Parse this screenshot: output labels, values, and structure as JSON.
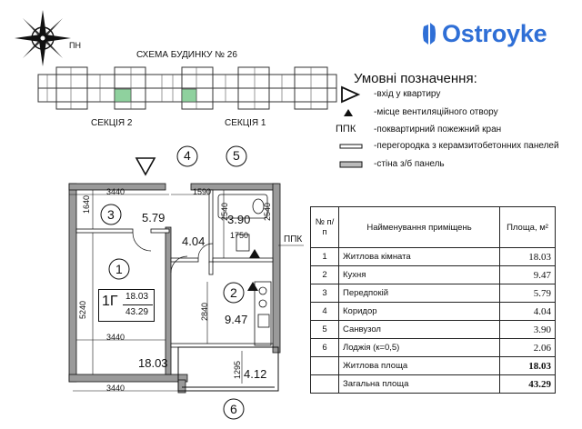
{
  "brand": {
    "name": "Ostroyke",
    "color": "#2f6fd6"
  },
  "compass": {
    "label": "ПН"
  },
  "scheme": {
    "title": "СХЕМА БУДИНКУ № 26",
    "section_2": "СЕКЦІЯ 2",
    "section_1": "СЕКЦІЯ 1"
  },
  "legend": {
    "title": "Умовні позначення:",
    "items": [
      {
        "icon": "entrance-triangle-icon",
        "text": "-вхід у квартиру"
      },
      {
        "icon": "vent-triangle-icon",
        "text": "-місце вентиляційного отвору"
      },
      {
        "icon": "ppk-label",
        "symbol": "ППК",
        "text": "-поквартирний пожежний кран"
      },
      {
        "icon": "partition-icon",
        "text": "-перегородка з керамзитобетонних панелей"
      },
      {
        "icon": "rc-panel-icon",
        "text": "-стіна з/б панель"
      }
    ]
  },
  "plan": {
    "apartment_type": "1Г",
    "living_area": "18.03",
    "total_area": "43.29",
    "axis_labels": [
      "3",
      "4",
      "5",
      "1",
      "2",
      "6"
    ],
    "ppk_label": "ППК",
    "room_areas": {
      "r3": "5.79",
      "r4": "4.04",
      "r5": "3.90",
      "r2": "9.47",
      "r1": "18.03",
      "r6": "4.12"
    },
    "dimensions": {
      "d1": "3440",
      "d2": "1590",
      "d3": "3440",
      "d4": "3440",
      "d5": "1640",
      "d6": "5240",
      "d7": "2540",
      "d8": "2540",
      "d9": "1750",
      "d10": "2840",
      "d11": "1295"
    }
  },
  "table": {
    "headers": {
      "num": "№ п/п",
      "name": "Найменування приміщень",
      "area": "Площа, м²"
    },
    "rows": [
      {
        "num": "1",
        "name": "Житлова кімната",
        "area": "18.03"
      },
      {
        "num": "2",
        "name": "Кухня",
        "area": "9.47"
      },
      {
        "num": "3",
        "name": "Передпокій",
        "area": "5.79"
      },
      {
        "num": "4",
        "name": "Коридор",
        "area": "4.04"
      },
      {
        "num": "5",
        "name": "Санвузол",
        "area": "3.90"
      },
      {
        "num": "6",
        "name": "Лоджія (к=0,5)",
        "area": "2.06"
      }
    ],
    "summary": [
      {
        "name": "Житлова площа",
        "area": "18.03"
      },
      {
        "name": "Загальна площа",
        "area": "43.29"
      }
    ]
  }
}
